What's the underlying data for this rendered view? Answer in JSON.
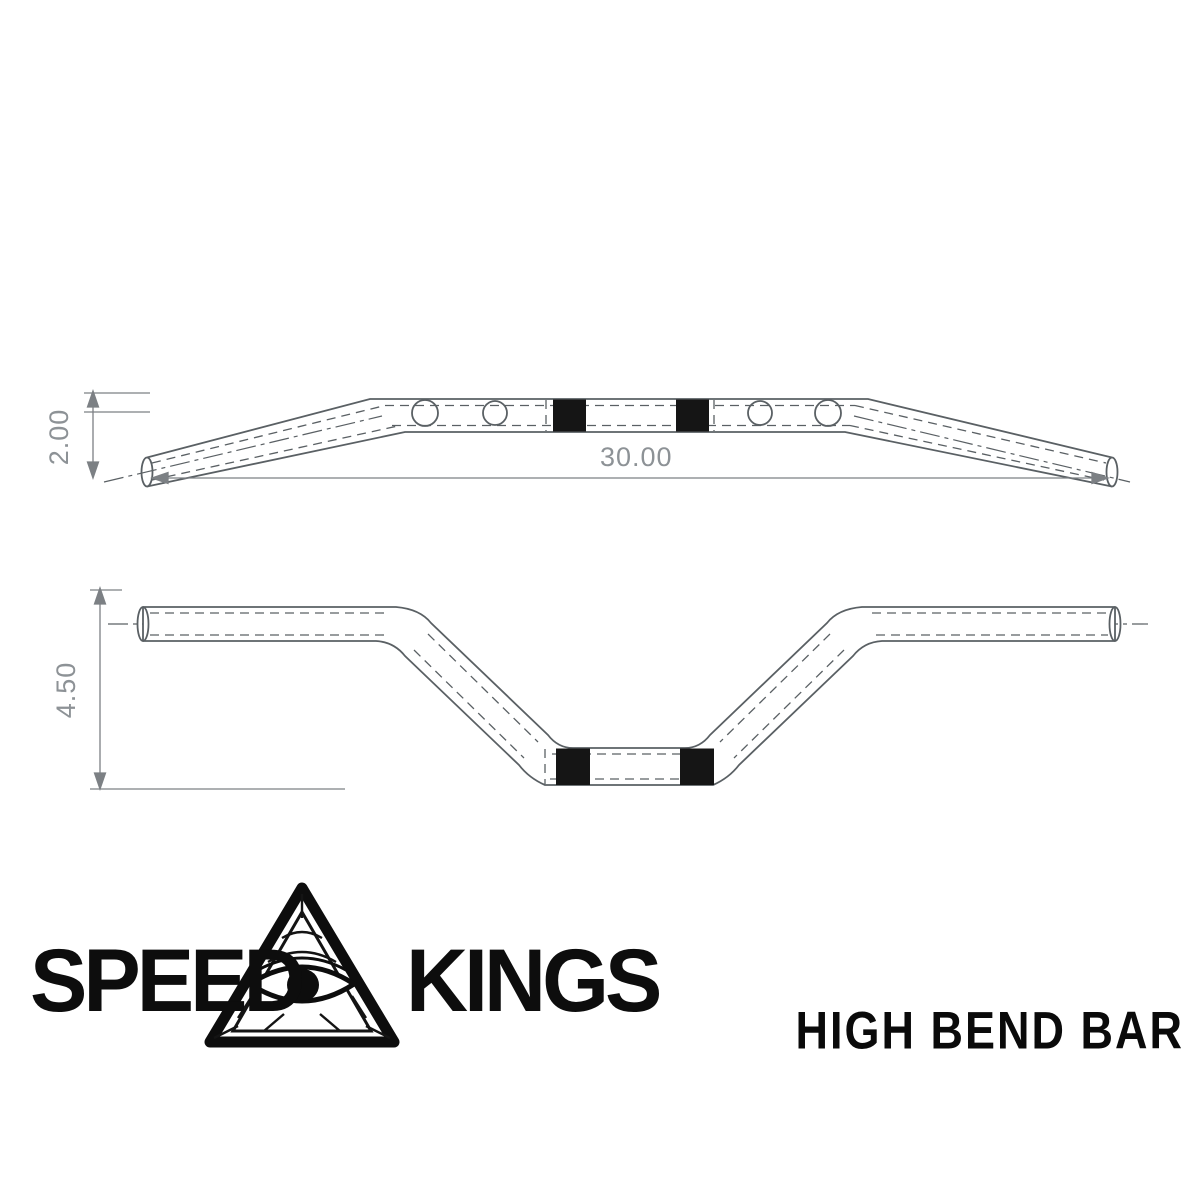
{
  "dimensions": {
    "overall_width": "30.00",
    "top_view_rise": "2.00",
    "front_view_rise": "4.50"
  },
  "brand": {
    "name_left": "SPEED",
    "name_right": "KINGS",
    "logo_icon": "all-seeing-eye-pyramid-icon"
  },
  "product": {
    "name": "HIGH BEND BAR"
  },
  "colors": {
    "background": "#ffffff",
    "drawing_line": "#5a6064",
    "dimension_text": "#8d9296",
    "clamp_mark": "#151515",
    "logo_ink": "#0d0d0d"
  }
}
